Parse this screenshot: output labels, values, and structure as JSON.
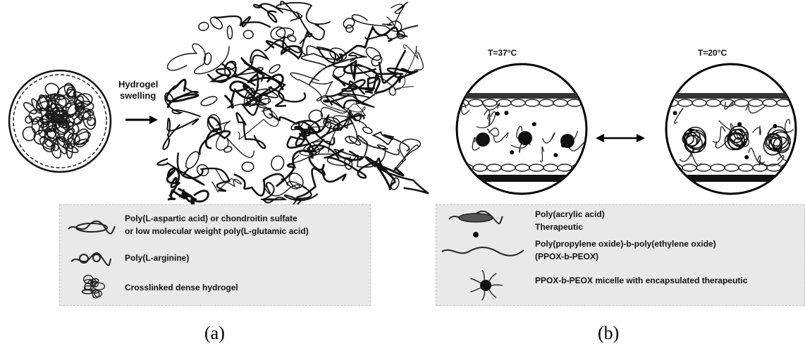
{
  "panel_a": {
    "arrow_label_line1": "Hydrogel",
    "arrow_label_line2": "swelling",
    "legend": [
      {
        "icon": "chain-coil-icon",
        "text_line1": "Poly(L-aspartic acid) or chondroitin sulfate",
        "text_line2": "or low molecular weight poly(L-glutamic acid)"
      },
      {
        "icon": "chain-loops-icon",
        "text_line1": "Poly(L-arginine)",
        "text_line2": ""
      },
      {
        "icon": "crosslinked-dense-icon",
        "text_line1": "Crosslinked dense hydrogel",
        "text_line2": ""
      }
    ],
    "caption": "(a)"
  },
  "panel_b": {
    "temp_left": "T=37°C",
    "temp_right": "T=20°C",
    "legend": [
      {
        "icon": "coil-dot-icon",
        "text_line1": "Poly(acrylic acid)",
        "text_line2": "Therapeutic"
      },
      {
        "icon": "wavy-chain-icon",
        "text_line1": "Poly(propylene oxide)-b-poly(ethylene oxide)",
        "text_line2": "(PPOX-b-PEOX)"
      },
      {
        "icon": "micelle-icon",
        "text_line1": "PPOX-b-PEOX micelle with encapsulated therapeutic",
        "text_line2": ""
      }
    ],
    "caption": "(b)"
  }
}
